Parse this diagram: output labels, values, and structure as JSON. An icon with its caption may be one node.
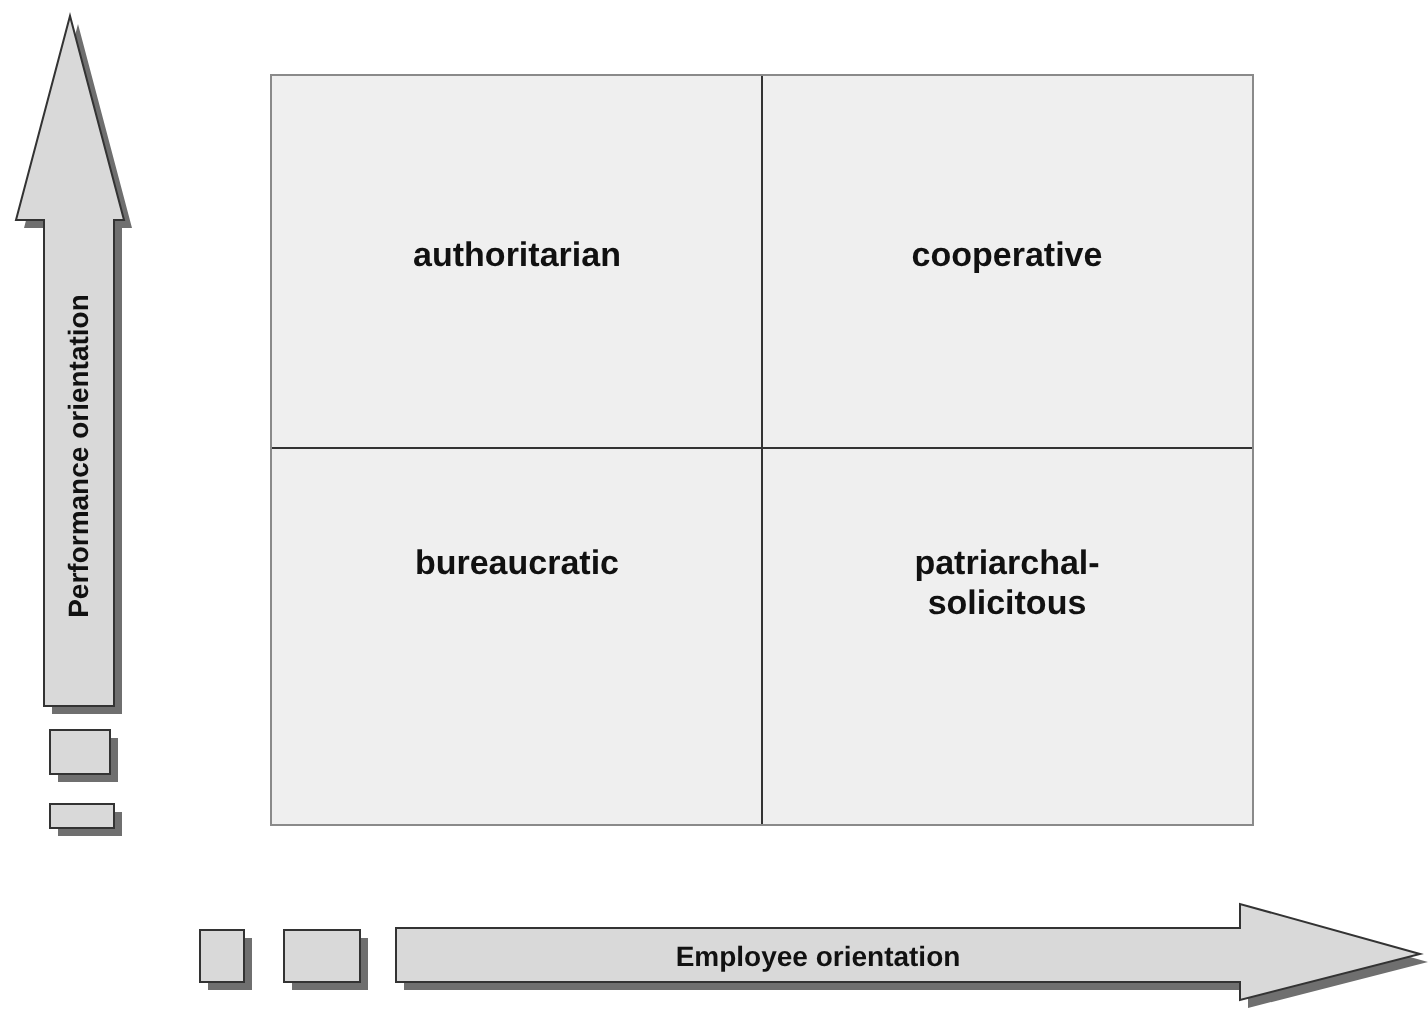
{
  "diagram": {
    "nodes": [
      {
        "text": [
          "authoritarian"
        ]
      },
      {
        "text": [
          "cooperative"
        ]
      },
      {
        "text": [
          "bureaucratic"
        ]
      },
      {
        "text": [
          "patriarchal-solicitous"
        ]
      },
      {
        "text": [
          "Performance orientation"
        ]
      },
      {
        "text": [
          "Employee orientation"
        ]
      }
    ],
    "edges": []
  }
}
